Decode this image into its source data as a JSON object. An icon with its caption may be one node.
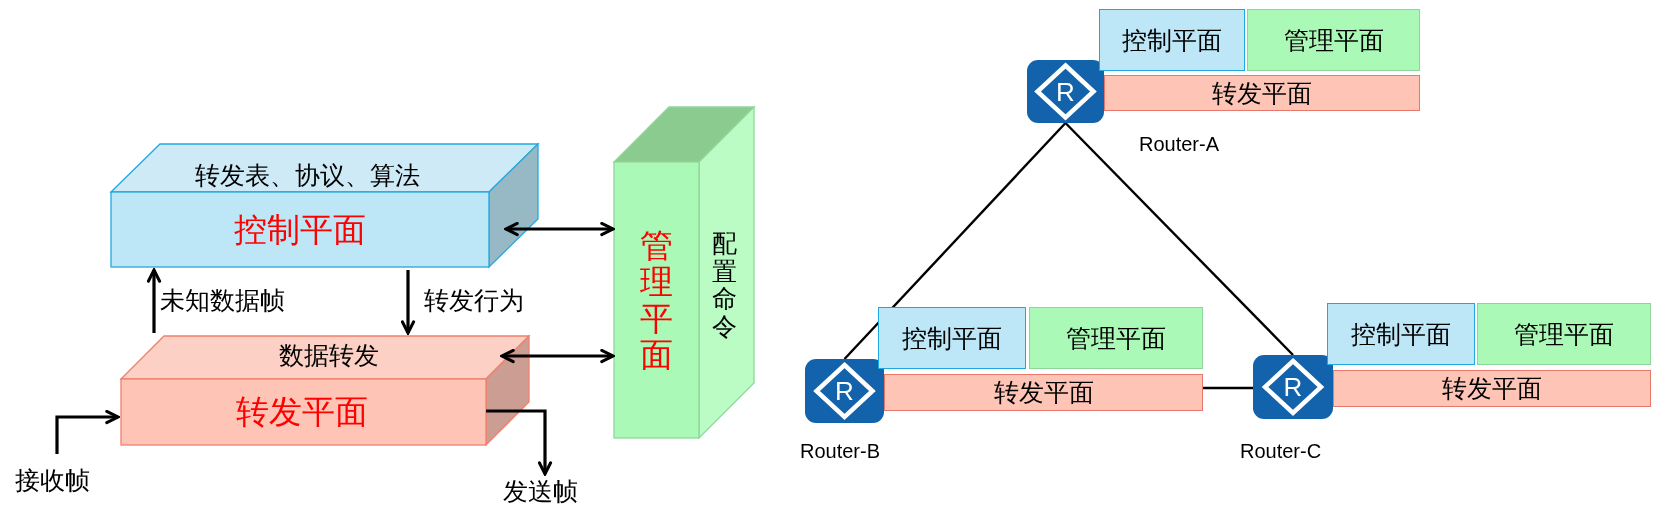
{
  "diagram": {
    "nodes": [
      {
        "text": [
          "转发表、协议、算法",
          "控制平面"
        ]
      },
      {
        "text": [
          "数据转发",
          "转发平面"
        ]
      },
      {
        "text": [
          "管理平面",
          "配置命令"
        ]
      },
      {
        "text": [
          "接收帧"
        ]
      },
      {
        "text": [
          "发送帧"
        ]
      },
      {
        "text": [
          "R"
        ],
        "beside": [
          "Router-A"
        ]
      },
      {
        "text": [
          "控制平面"
        ]
      },
      {
        "text": [
          "管理平面"
        ]
      },
      {
        "text": [
          "转发平面"
        ]
      },
      {
        "text": [
          "R"
        ],
        "beside": [
          "Router-B"
        ]
      },
      {
        "text": [
          "控制平面"
        ]
      },
      {
        "text": [
          "管理平面"
        ]
      },
      {
        "text": [
          "转发平面"
        ]
      },
      {
        "text": [
          "R"
        ],
        "beside": [
          "Router-C"
        ]
      },
      {
        "text": [
          "控制平面"
        ]
      },
      {
        "text": [
          "管理平面"
        ]
      },
      {
        "text": [
          "转发平面"
        ]
      }
    ],
    "edges": [
      {
        "from": 1,
        "to": 0,
        "arrow": "to",
        "label": "未知数据帧"
      },
      {
        "from": 0,
        "to": 1,
        "arrow": "to",
        "label": "转发行为"
      },
      {
        "from": 0,
        "to": 2,
        "arrow": "both"
      },
      {
        "from": 1,
        "to": 2,
        "arrow": "both"
      },
      {
        "from": 3,
        "to": 1,
        "arrow": "to"
      },
      {
        "from": 1,
        "to": 4,
        "arrow": "to"
      },
      {
        "from": 5,
        "to": 9,
        "arrow": "none"
      },
      {
        "from": 5,
        "to": 13,
        "arrow": "none"
      },
      {
        "from": 12,
        "to": 13,
        "arrow": "none"
      }
    ]
  }
}
